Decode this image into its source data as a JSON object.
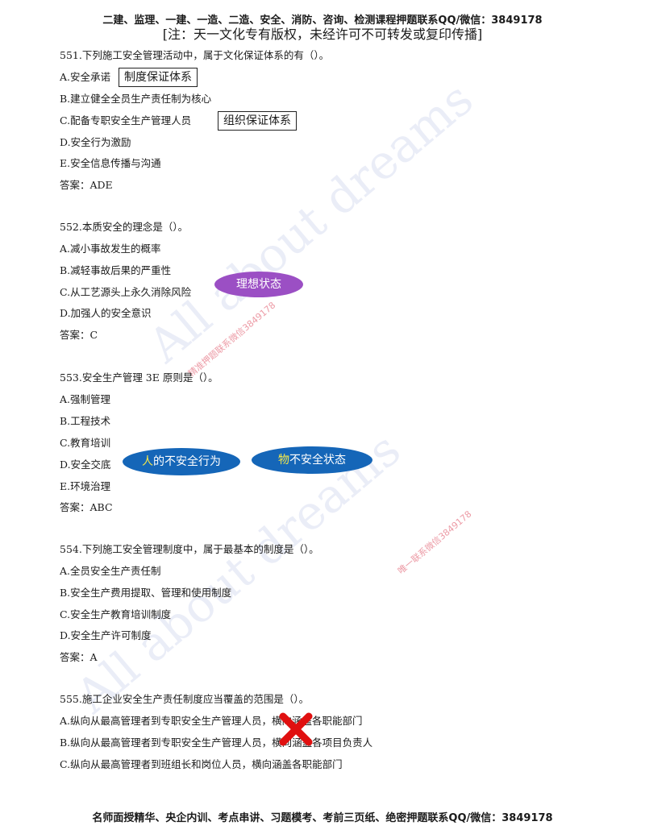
{
  "header": {
    "line1": "二建、监理、一建、一造、二造、安全、消防、咨询、检测课程押题联系QQ/微信：3849178",
    "line2": "[注：天一文化专有版权，未经许可不可转发或复印传播]"
  },
  "questions": [
    {
      "stem": "551.下列施工安全管理活动中，属于文化保证体系的有（）。",
      "options": [
        "A.安全承诺",
        "B.建立健全全员生产责任制为核心",
        "C.配备专职安全生产管理人员",
        "D.安全行为激励",
        "E.安全信息传播与沟通"
      ],
      "answer": "答案：ADE"
    },
    {
      "stem": "552.本质安全的理念是（）。",
      "options": [
        "A.减小事故发生的概率",
        "B.减轻事故后果的严重性",
        "C.从工艺源头上永久消除风险",
        "D.加强人的安全意识"
      ],
      "answer": "答案：C"
    },
    {
      "stem": "553.安全生产管理 3E 原则是（）。",
      "options": [
        "A.强制管理",
        "B.工程技术",
        "C.教育培训",
        "D.安全交底",
        "E.环境治理"
      ],
      "answer": "答案：ABC"
    },
    {
      "stem": "554.下列施工安全管理制度中，属于最基本的制度是（）。",
      "options": [
        "A.全员安全生产责任制",
        "B.安全生产费用提取、管理和使用制度",
        "C.安全生产教育培训制度",
        "D.安全生产许可制度"
      ],
      "answer": "答案：A"
    },
    {
      "stem": "555.施工企业安全生产责任制度应当覆盖的范围是（）。",
      "options": [
        "A.纵向从最高管理者到专职安全生产管理人员，横向涵盖各职能部门",
        "B.纵向从最高管理者到专职安全生产管理人员，横向涵盖各项目负责人",
        "C.纵向从最高管理者到班组长和岗位人员，横向涵盖各职能部门"
      ]
    }
  ],
  "annotations": {
    "box1": "制度保证体系",
    "box2": "组织保证体系",
    "pill1": "理想状态",
    "pill2_hl": "人",
    "pill2_rest": "的不安全行为",
    "pill3_hl": "物",
    "pill3_rest": "不安全状态",
    "colors": {
      "purple": "#9b4fc4",
      "blue": "#1566b8",
      "highlight": "#f5e84a",
      "red": "#e01010"
    }
  },
  "watermarks": {
    "wm1": "All about dreams",
    "wm2": "All about dreams",
    "wm_small1": "精准押题联系微信3849178",
    "wm_small2": "唯一联系微信3849178"
  },
  "footer": "名师面授精华、央企内训、考点串讲、习题模考、考前三页纸、绝密押题联系QQ/微信：3849178"
}
